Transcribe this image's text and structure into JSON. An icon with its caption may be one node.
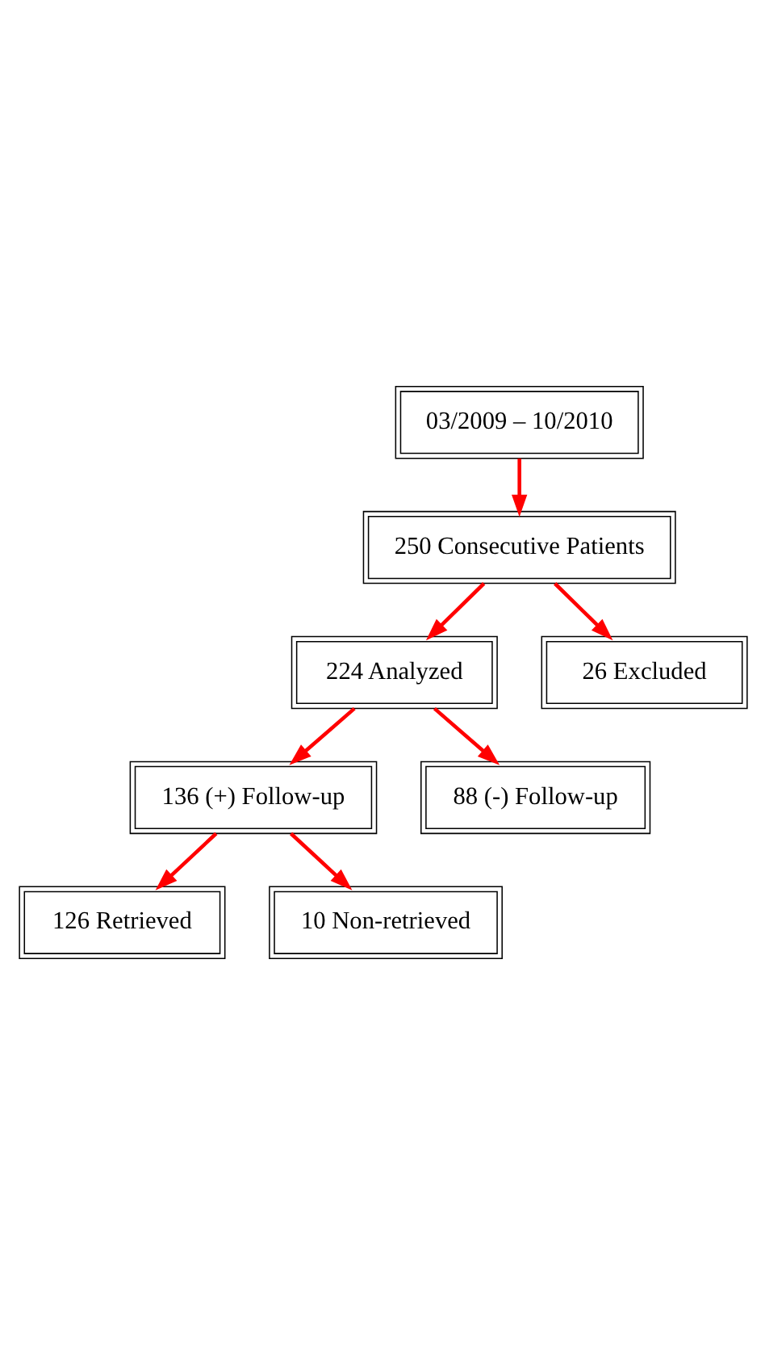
{
  "diagram": {
    "nodes": [
      {
        "text": [
          "03/2009 – 10/2010"
        ]
      },
      {
        "text": [
          "250 Consecutive Patients"
        ]
      },
      {
        "text": [
          "224 Analyzed"
        ]
      },
      {
        "text": [
          "26 Excluded"
        ]
      },
      {
        "text": [
          "136 (+) Follow-up"
        ]
      },
      {
        "text": [
          "88 (-) Follow-up"
        ]
      },
      {
        "text": [
          "126 Retrieved"
        ]
      },
      {
        "text": [
          "10 Non-retrieved"
        ]
      }
    ],
    "edges": [
      {
        "from": 0,
        "to": 1,
        "arrow": "to"
      },
      {
        "from": 1,
        "to": 2,
        "arrow": "to"
      },
      {
        "from": 1,
        "to": 3,
        "arrow": "to"
      },
      {
        "from": 2,
        "to": 4,
        "arrow": "to"
      },
      {
        "from": 2,
        "to": 5,
        "arrow": "to"
      },
      {
        "from": 4,
        "to": 6,
        "arrow": "to"
      },
      {
        "from": 4,
        "to": 7,
        "arrow": "to"
      }
    ]
  }
}
